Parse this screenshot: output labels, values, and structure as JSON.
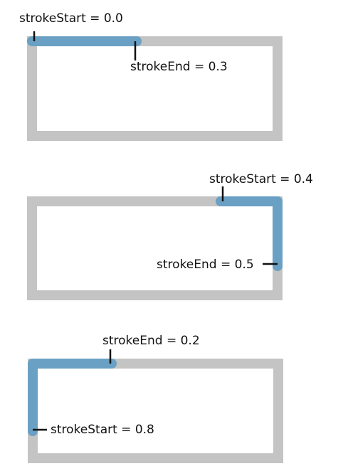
{
  "colors": {
    "track": "#c4c4c4",
    "stroke": "#6aa0c3",
    "marker": "#111111",
    "background": "#ffffff"
  },
  "examples": [
    {
      "stroke_start": 0.0,
      "stroke_end": 0.3,
      "start_label": "strokeStart = 0.0",
      "end_label": "strokeEnd = 0.3"
    },
    {
      "stroke_start": 0.4,
      "stroke_end": 0.5,
      "start_label": "strokeStart = 0.4",
      "end_label": "strokeEnd = 0.5"
    },
    {
      "stroke_start": 0.8,
      "stroke_end": 0.2,
      "start_label": "strokeStart = 0.8",
      "end_label": "strokeEnd = 0.2"
    }
  ]
}
